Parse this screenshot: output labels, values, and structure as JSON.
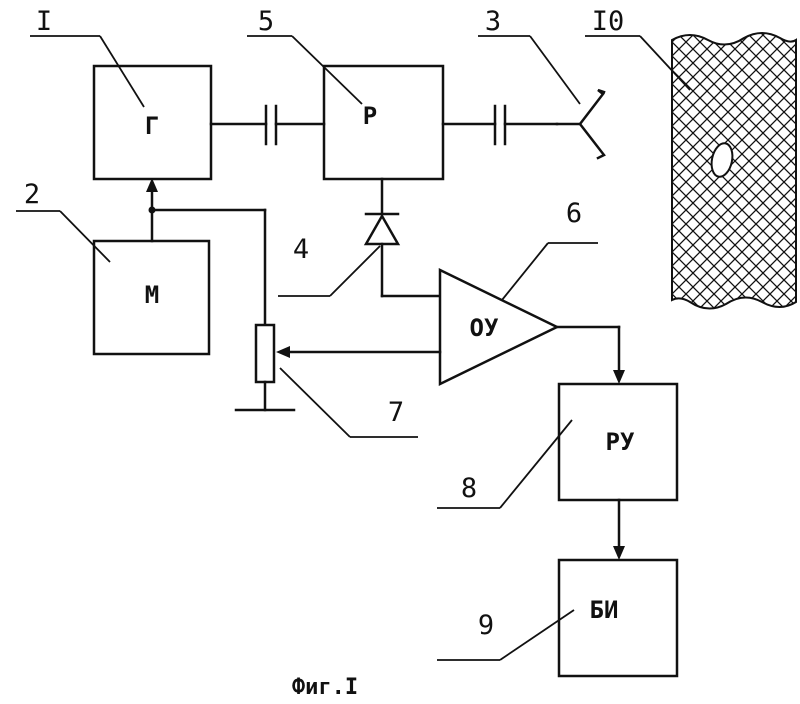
{
  "blocks": {
    "generator": {
      "label": "Г",
      "number": "I"
    },
    "modulator": {
      "label": "М",
      "number": "2"
    },
    "circulator": {
      "label": "Р",
      "number": "5"
    },
    "amplifier": {
      "label": "ОУ",
      "number": "6"
    },
    "decision_unit": {
      "label": "РУ",
      "number": "8"
    },
    "indicator": {
      "label": "БИ",
      "number": "9"
    }
  },
  "elements": {
    "antenna": {
      "number": "3"
    },
    "detector": {
      "number": "4"
    },
    "potentiometer": {
      "number": "7"
    },
    "object": {
      "number": "I0"
    }
  },
  "caption": "Фиг.I"
}
